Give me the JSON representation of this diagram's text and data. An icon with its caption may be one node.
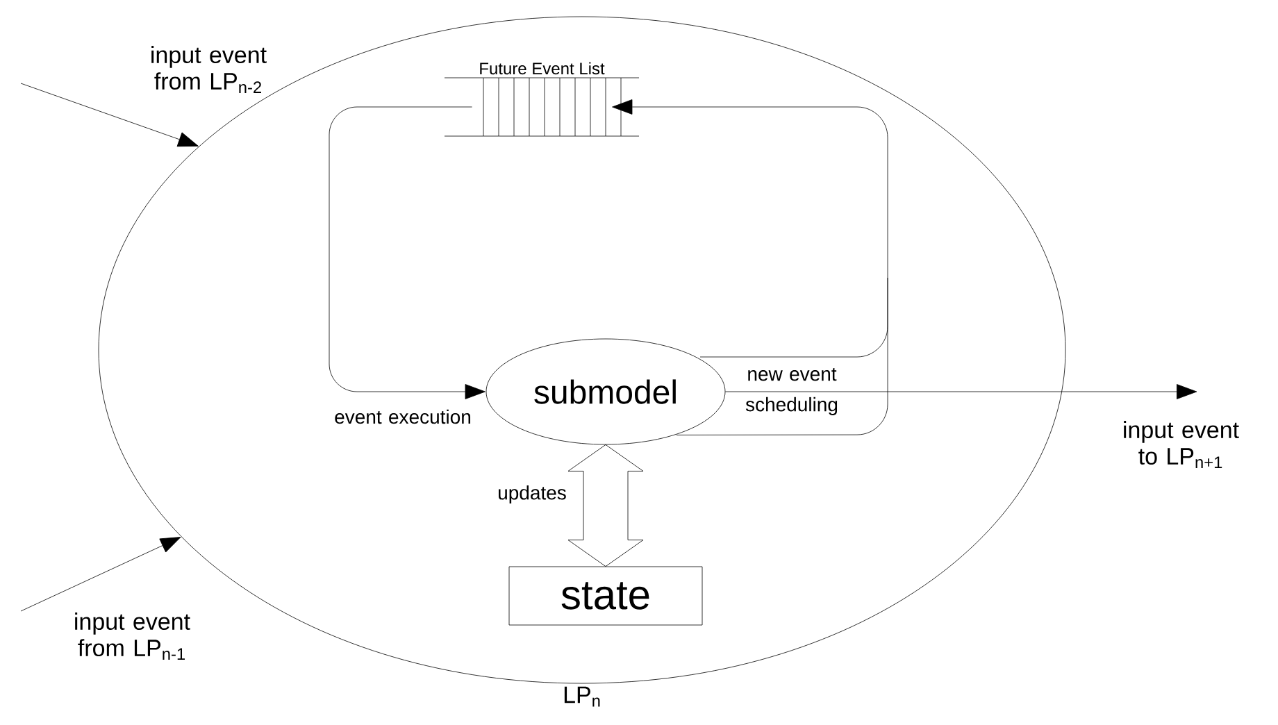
{
  "diagram": {
    "nodes": [
      {
        "text": [
          "LP$_{n}$"
        ]
      },
      {
        "text": [
          "Future Event List"
        ],
        "in": 0
      },
      {
        "text": [
          "submodel"
        ],
        "in": 0
      },
      {
        "text": [
          "state"
        ],
        "in": 0
      }
    ],
    "edges": [
      {
        "from": null,
        "to": 0,
        "arrow": "to",
        "label": "input event from LP$_{n-2}$"
      },
      {
        "from": null,
        "to": 0,
        "arrow": "to",
        "label": "input event from LP$_{n-1}$"
      },
      {
        "from": 1,
        "to": 2,
        "arrow": "to",
        "label": "event execution"
      },
      {
        "from": 2,
        "to": 1,
        "arrow": "to",
        "label": "new event scheduling"
      },
      {
        "from": 2,
        "to": 3,
        "arrow": "both",
        "label": "updates"
      },
      {
        "from": 2,
        "to": null,
        "arrow": "to",
        "label": "input event to LP$_{n+1}$"
      }
    ]
  }
}
